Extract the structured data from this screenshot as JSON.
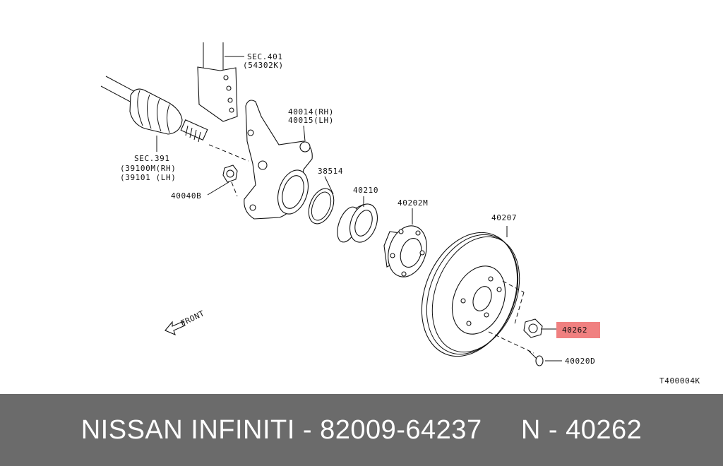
{
  "diagram": {
    "labels": {
      "sec401": "SEC.401",
      "sec401_code": "(54302K)",
      "p40014": "40014(RH)",
      "p40015": "40015(LH)",
      "sec391": "SEC.391",
      "sec391_rh": "(39100M(RH)",
      "sec391_lh": "(39101  (LH)",
      "p40040b": "40040B",
      "p38514": "38514",
      "p40210": "40210",
      "p40202m": "40202M",
      "p40207": "40207",
      "p40262": "40262",
      "p40020d": "40020D",
      "front": "FRONT",
      "diagram_code": "T400004K"
    },
    "highlight_color": "#f08080"
  },
  "footer": {
    "text": "NISSAN INFINITI - 82009-64237     N - 40262"
  }
}
